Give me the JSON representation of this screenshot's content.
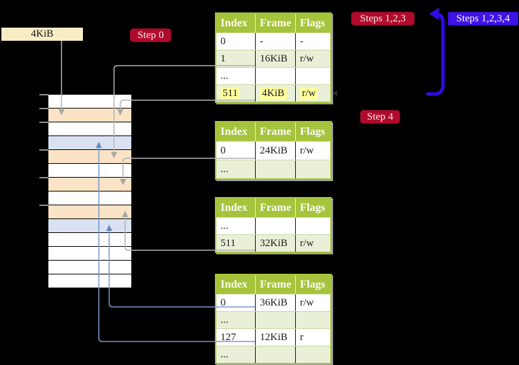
{
  "diagram": {
    "frame_size_label": "4KiB",
    "step_badges": {
      "step0": "Step 0",
      "steps_123": "Steps 1,2,3",
      "steps_1234": "Steps 1,2,3,4",
      "step4": "Step 4"
    },
    "page_tables": [
      {
        "headers": [
          "Index",
          "Frame",
          "Flags"
        ],
        "rows": [
          {
            "cells": [
              "0",
              "-",
              "-"
            ]
          },
          {
            "cells": [
              "1",
              "16KiB",
              "r/w"
            ]
          },
          {
            "cells": [
              "...",
              "",
              ""
            ]
          },
          {
            "cells": [
              "511",
              "4KiB",
              "r/w"
            ],
            "highlighted": true
          }
        ]
      },
      {
        "headers": [
          "Index",
          "Frame",
          "Flags"
        ],
        "rows": [
          {
            "cells": [
              "0",
              "24KiB",
              "r/w"
            ]
          },
          {
            "cells": [
              "...",
              "",
              ""
            ]
          }
        ]
      },
      {
        "headers": [
          "Index",
          "Frame",
          "Flags"
        ],
        "rows": [
          {
            "cells": [
              "...",
              "",
              ""
            ]
          },
          {
            "cells": [
              "511",
              "32KiB",
              "r/w"
            ]
          }
        ]
      },
      {
        "headers": [
          "Index",
          "Frame",
          "Flags"
        ],
        "rows": [
          {
            "cells": [
              "0",
              "36KiB",
              "r/w"
            ]
          },
          {
            "cells": [
              "...",
              "",
              ""
            ]
          },
          {
            "cells": [
              "127",
              "12KiB",
              "r"
            ]
          },
          {
            "cells": [
              "...",
              "",
              ""
            ]
          }
        ]
      }
    ],
    "memory_column": {
      "rows": [
        {
          "color": "white"
        },
        {
          "color": "peach"
        },
        {
          "color": "white"
        },
        {
          "color": "blue"
        },
        {
          "color": "peach"
        },
        {
          "color": "white"
        },
        {
          "color": "peach"
        },
        {
          "color": "white"
        },
        {
          "color": "peach"
        },
        {
          "color": "blue"
        },
        {
          "color": "white"
        },
        {
          "color": "white"
        },
        {
          "color": "white"
        },
        {
          "color": "white"
        }
      ]
    },
    "colors": {
      "table_header_green": "#a5c43c",
      "table_row_shaded_green": "#eaf0d8",
      "highlight_yellow": "#ffff9d",
      "badge_crimson": "#b00b2c",
      "badge_blue": "#3e13e6",
      "loop_arrow_blue": "#2e0ce2",
      "connector_gray": "#b3b3b3",
      "connector_steel_blue": "#7b98c6",
      "memory_frame_peach": "#fbe3c6",
      "memory_frame_blue": "#d9e2f3",
      "frame_label_cream": "#f8ecc5"
    }
  }
}
